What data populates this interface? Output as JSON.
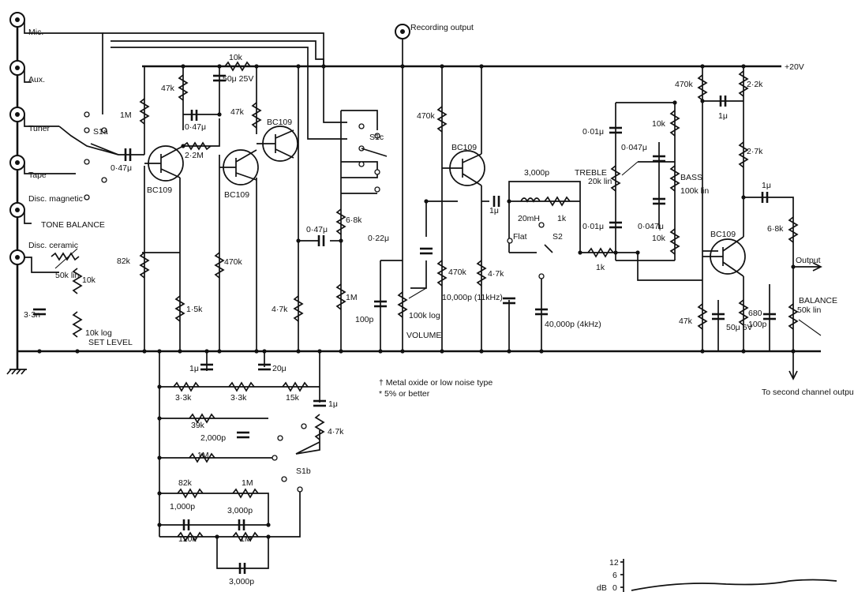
{
  "inputs": [
    "Mic.",
    "Aux.",
    "Tuner",
    "Tape",
    "Disc. magnetic",
    "Disc. ceramic"
  ],
  "switches": {
    "s1a": "S1a",
    "s1b": "S1b",
    "s1c": "S1c",
    "s2": "S2",
    "flat": "Flat"
  },
  "labels": {
    "recording_output": "Recording output",
    "supply": "+20V",
    "tone_balance": "TONE BALANCE",
    "set_level": "SET LEVEL",
    "volume": "VOLUME",
    "treble": "TREBLE",
    "bass": "BASS",
    "balance": "BALANCE",
    "output": "Output",
    "second_channel": "To second channel output"
  },
  "transistors": [
    "BC109",
    "BC109",
    "BC109",
    "BC109",
    "BC109"
  ],
  "components": {
    "r_10k_top": "10k",
    "c_50u_25v": "50μ 25V",
    "r_1m": "1M",
    "r_47k_a": "47k",
    "c_047_a": "0·47μ",
    "r_22m": "2·2M",
    "c_047_in": "0·47μ",
    "r_47k_b": "47k",
    "r_82k": "82k",
    "r_470k_a": "470k",
    "r_15k": "1·5k",
    "r_47k_c": "4·7k",
    "c_047_b": "0·47μ",
    "r_68k_a": "6·8k",
    "r_1m_b": "1M",
    "c_022": "0·22μ",
    "c_100p": "100p",
    "pot_vol": "100k log",
    "r_470k_b": "470k",
    "r_470k_c": "470k",
    "c_1u_a": "1μ",
    "c_3000p": "3,000p",
    "l_20mh": "20mH",
    "r_1k_a": "1k",
    "r_47k_d": "4·7k",
    "c_10000p": "10,000p (11kHz)",
    "c_40000p": "40,000p (4kHz)",
    "r_1k_b": "1k",
    "c_001_a": "0·01μ",
    "c_001_b": "0·01μ",
    "c_0047_a": "0·047μ",
    "c_0047_b": "0·047μ",
    "r_10k_a": "10k",
    "r_10k_b": "10k",
    "pot_treble": "20k lin",
    "pot_bass": "100k lin",
    "r_470k_d": "470k",
    "c_1u_b": "1μ",
    "r_22k": "2·2k",
    "r_27k": "2·7k",
    "c_1u_c": "1μ",
    "r_68k_b": "6·8k",
    "r_47k_e": "47k",
    "c_50u_6v": "50μ 6V",
    "r_680": "680",
    "c_100p_b": "100p",
    "pot_bal": "50k lin",
    "pot_tone": "50k lin",
    "r_10k_tone": "10k",
    "c_33n": "3·3n",
    "pot_set": "10k log",
    "c_1u_fb": "1μ",
    "c_20u": "20μ",
    "r_33k_a": "3·3k",
    "r_33k_b": "3·3k",
    "r_15k_fb": "15k",
    "c_1u_fb2": "1μ",
    "r_47k_fb": "4·7k",
    "r_39k": "39k",
    "c_2000p": "2,000p",
    "r_1m_fb": "1M",
    "r_82k_fb": "82k",
    "r_1m_fb2": "1M",
    "c_1000p": "1,000p",
    "c_3000p_fb": "3,000p",
    "r_120k": "120k",
    "r_1m_fb3": "1M",
    "c_3000p_fb2": "3,000p"
  },
  "notes": {
    "metal_oxide": "† Metal oxide or low noise type",
    "five_percent": "* 5% or better"
  },
  "graph": {
    "unit": "dB",
    "ticks": [
      "12",
      "6",
      "0"
    ]
  }
}
